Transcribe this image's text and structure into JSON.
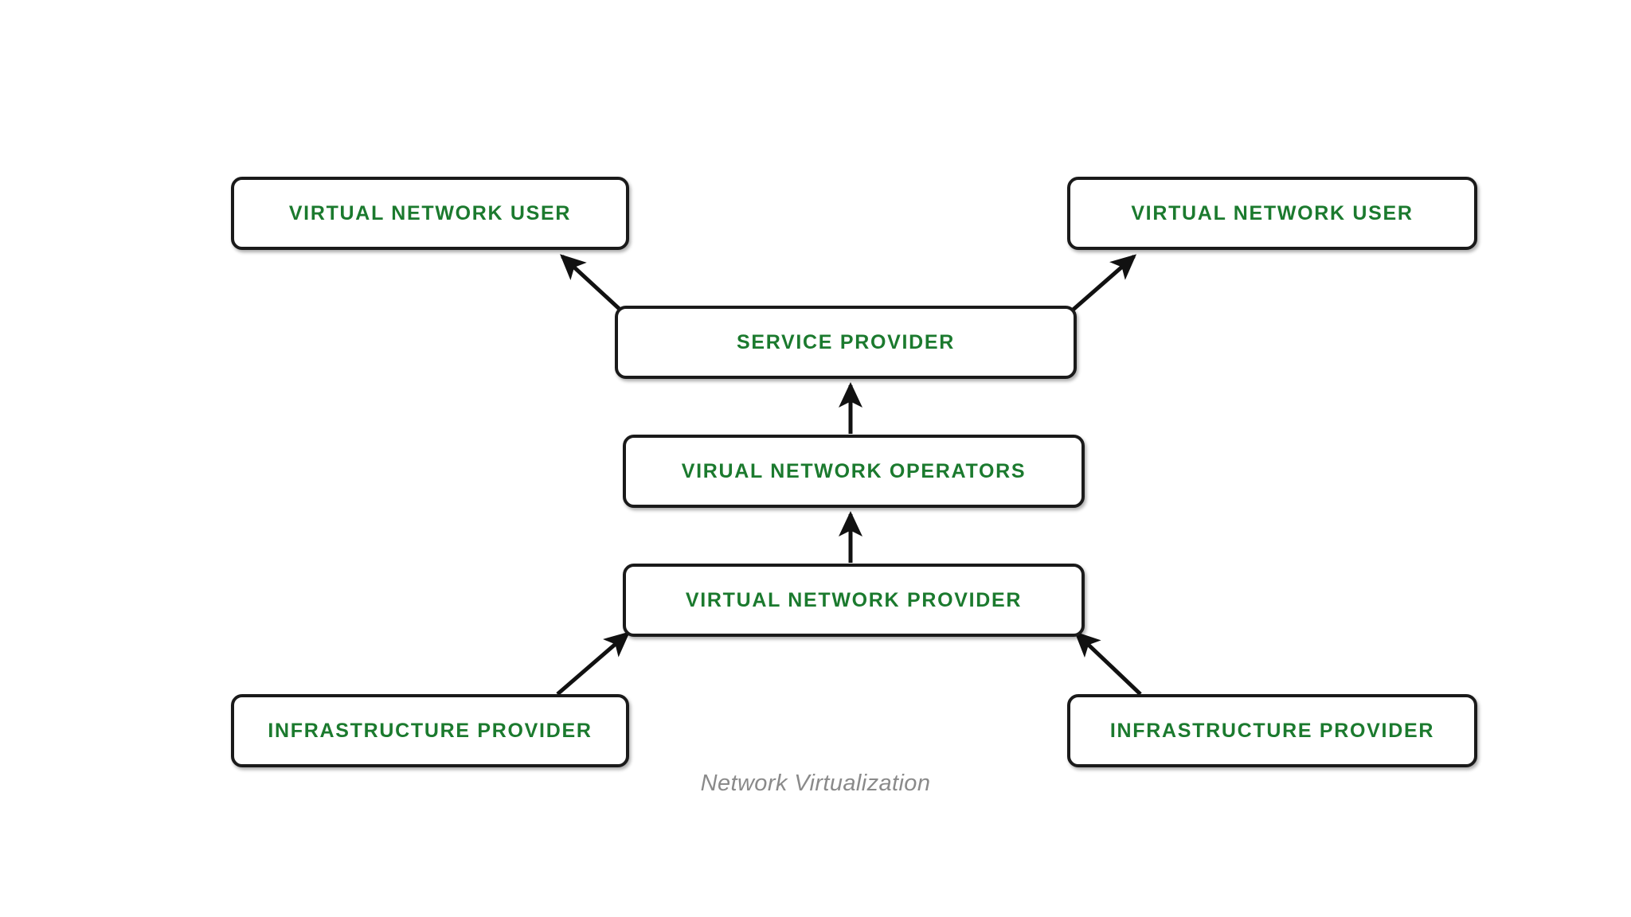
{
  "diagram": {
    "caption": "Network Virtualization",
    "accent_color": "#1b7a2e",
    "line_color": "#1a1a1a",
    "background_color": "#ffffff",
    "caption_color": "#8a8a8a",
    "nodes": [
      {
        "id": "vnu-left",
        "label": "VIRTUAL NETWORK USER"
      },
      {
        "id": "vnu-right",
        "label": "VIRTUAL NETWORK USER"
      },
      {
        "id": "service",
        "label": "SERVICE PROVIDER"
      },
      {
        "id": "operators",
        "label": "VIRUAL NETWORK OPERATORS"
      },
      {
        "id": "vnp",
        "label": "VIRTUAL NETWORK PROVIDER"
      },
      {
        "id": "infra-left",
        "label": "INFRASTRUCTURE PROVIDER"
      },
      {
        "id": "infra-right",
        "label": "INFRASTRUCTURE PROVIDER"
      }
    ],
    "edges": [
      {
        "id": "service-to-vnu-left",
        "from": "service",
        "to": "vnu-left",
        "direction": "up-left"
      },
      {
        "id": "service-to-vnu-right",
        "from": "service",
        "to": "vnu-right",
        "direction": "up-right"
      },
      {
        "id": "operators-to-service",
        "from": "operators",
        "to": "service",
        "direction": "up"
      },
      {
        "id": "vnp-to-operators",
        "from": "vnp",
        "to": "operators",
        "direction": "up"
      },
      {
        "id": "infra-left-to-vnp",
        "from": "infra-left",
        "to": "vnp",
        "direction": "up-right"
      },
      {
        "id": "infra-right-to-vnp",
        "from": "infra-right",
        "to": "vnp",
        "direction": "up-left"
      }
    ]
  }
}
